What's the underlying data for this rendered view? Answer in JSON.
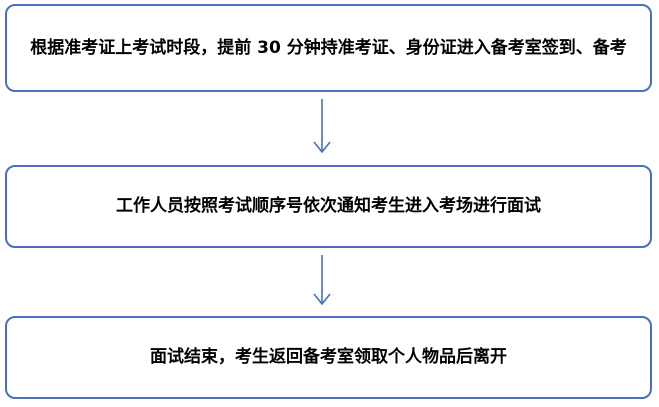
{
  "flowchart": {
    "steps": [
      {
        "text": "根据准考证上考试时段，提前 30 分钟持准考证、身份证进入备考室签到、备考"
      },
      {
        "text": "工作人员按照考试顺序号依次通知考生进入考场进行面试"
      },
      {
        "text": "面试结束，考生返回备考室领取个人物品后离开"
      }
    ],
    "colors": {
      "border": "#4a6fbd",
      "arrow": "#4a6fbd",
      "text": "#000000"
    }
  }
}
